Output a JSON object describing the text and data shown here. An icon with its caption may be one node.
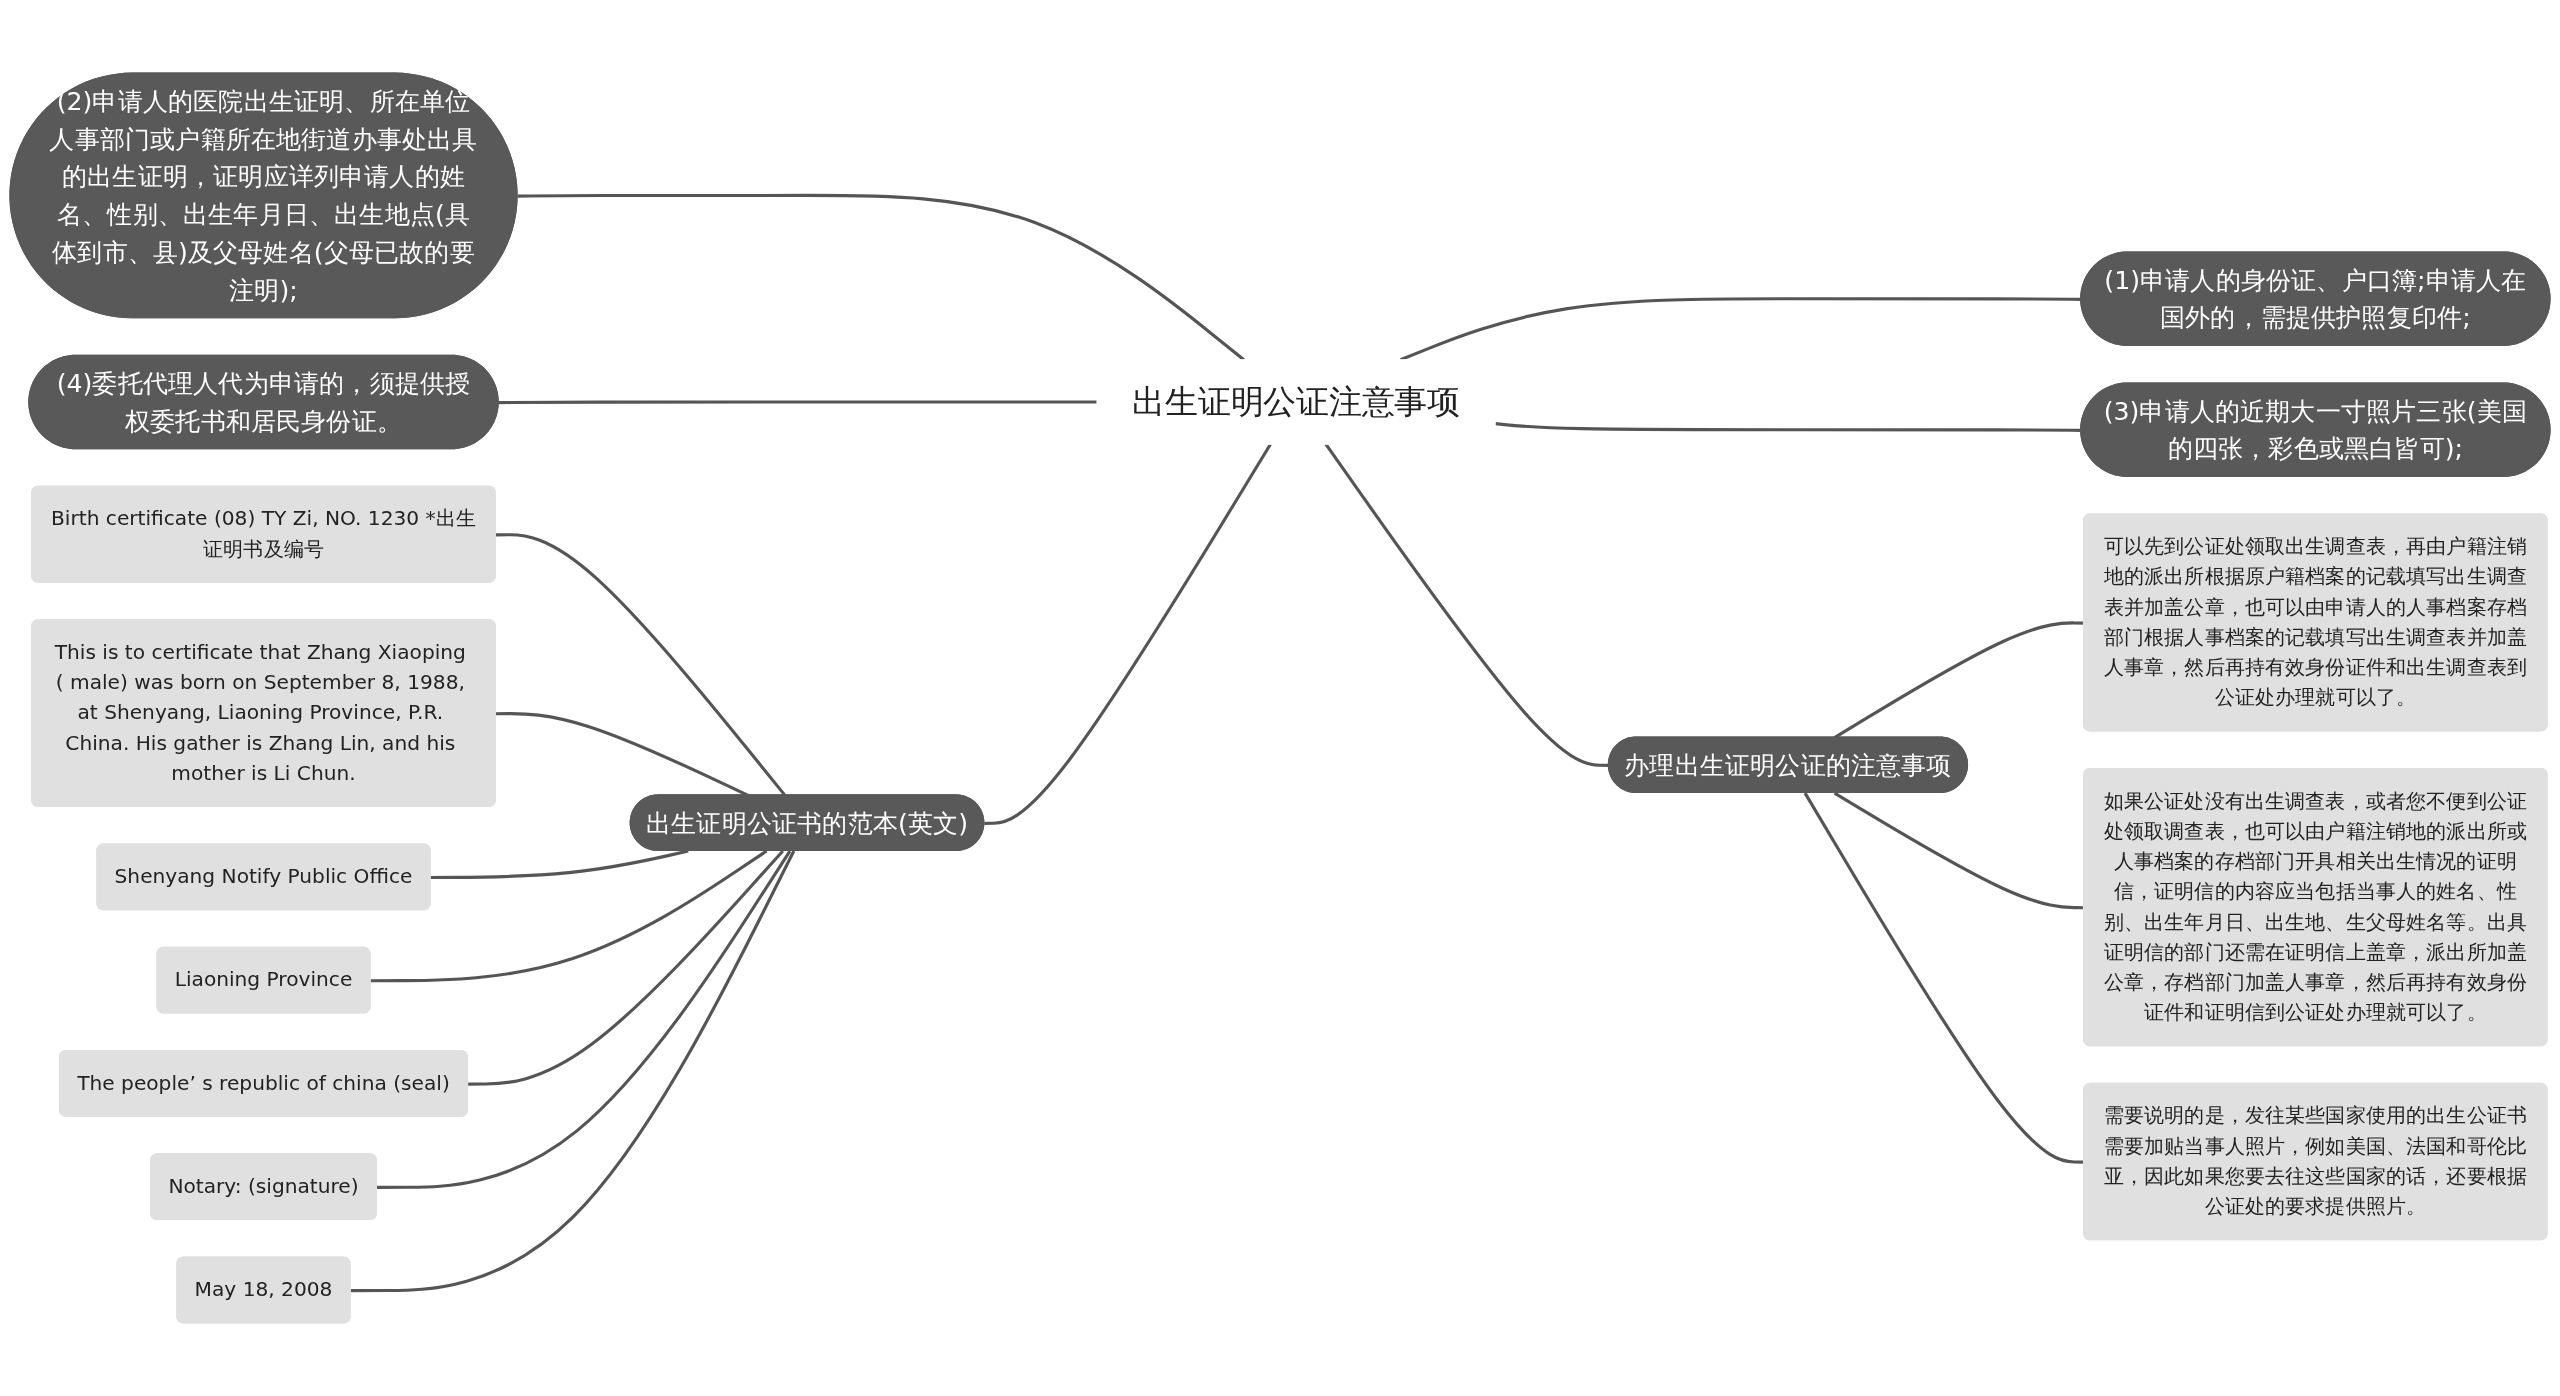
{
  "diagram": {
    "nodes": [
      {
        "text": [
          "出生证明公证注意事项"
        ]
      },
      {
        "text": [
          "(2)申请人的医院出生证明、所在单位人事部门或户籍所在地街道办事处出具的出生证明，证明应详列申请人的姓名、性别、出生年月日、出生地点(具体到市、县)及父母姓名(父母已故的要注明);"
        ]
      },
      {
        "text": [
          "(4)委托代理人代为申请的，须提供授权委托书和居民身份证。"
        ]
      },
      {
        "text": [
          "出生证明公证书的范本(英文)"
        ]
      },
      {
        "text": [
          "Birth certificate (08) TY Zi, NO. 1230 *出生证明书及编号"
        ]
      },
      {
        "text": [
          "This is to certificate that Zhang Xiaoping ( male) was born on September 8, 1988, at Shenyang, Liaoning Province, P.R. China. His gather is Zhang Lin, and his mother is Li Chun."
        ]
      },
      {
        "text": [
          "Shenyang Notify Public Office"
        ]
      },
      {
        "text": [
          "Liaoning Province"
        ]
      },
      {
        "text": [
          "The people’ s republic of china (seal)"
        ]
      },
      {
        "text": [
          "Notary: (signature)"
        ]
      },
      {
        "text": [
          "May 18, 2008"
        ]
      },
      {
        "text": [
          "(1)申请人的身份证、户口簿;申请人在国外的，需提供护照复印件;"
        ]
      },
      {
        "text": [
          "(3)申请人的近期大一寸照片三张(美国的四张，彩色或黑白皆可);"
        ]
      },
      {
        "text": [
          "办理出生证明公证的注意事项"
        ]
      },
      {
        "text": [
          "可以先到公证处领取出生调查表，再由户籍注销地的派出所根据原户籍档案的记载填写出生调查表并加盖公章，也可以由申请人的人事档案存档部门根据人事档案的记载填写出生调查表并加盖人事章，然后再持有效身份证件和出生调查表到公证处办理就可以了。"
        ]
      },
      {
        "text": [
          "如果公证处没有出生调查表，或者您不便到公证处领取调查表，也可以由户籍注销地的派出所或人事档案的存档部门开具相关出生情况的证明信，证明信的内容应当包括当事人的姓名、性别、出生年月日、出生地、生父母姓名等。出具证明信的部门还需在证明信上盖章，派出所加盖公章，存档部门加盖人事章，然后再持有效身份证件和证明信到公证处办理就可以了。"
        ]
      },
      {
        "text": [
          "需要说明的是，发往某些国家使用的出生公证书需要加贴当事人照片，例如美国、法国和哥伦比亚，因此如果您要去往这些国家的话，还要根据公证处的要求提供照片。"
        ]
      }
    ],
    "edges": [
      {
        "from": 1,
        "to": 0,
        "arrow": "none"
      },
      {
        "from": 2,
        "to": 0,
        "arrow": "none"
      },
      {
        "from": 3,
        "to": 0,
        "arrow": "none"
      },
      {
        "from": 4,
        "to": 3,
        "arrow": "none"
      },
      {
        "from": 5,
        "to": 3,
        "arrow": "none"
      },
      {
        "from": 6,
        "to": 3,
        "arrow": "none"
      },
      {
        "from": 7,
        "to": 3,
        "arrow": "none"
      },
      {
        "from": 8,
        "to": 3,
        "arrow": "none"
      },
      {
        "from": 9,
        "to": 3,
        "arrow": "none"
      },
      {
        "from": 10,
        "to": 3,
        "arrow": "none"
      },
      {
        "from": 0,
        "to": 11,
        "arrow": "none"
      },
      {
        "from": 0,
        "to": 12,
        "arrow": "none"
      },
      {
        "from": 0,
        "to": 13,
        "arrow": "none"
      },
      {
        "from": 13,
        "to": 14,
        "arrow": "none"
      },
      {
        "from": 13,
        "to": 15,
        "arrow": "none"
      },
      {
        "from": 13,
        "to": 16,
        "arrow": "none"
      }
    ]
  }
}
